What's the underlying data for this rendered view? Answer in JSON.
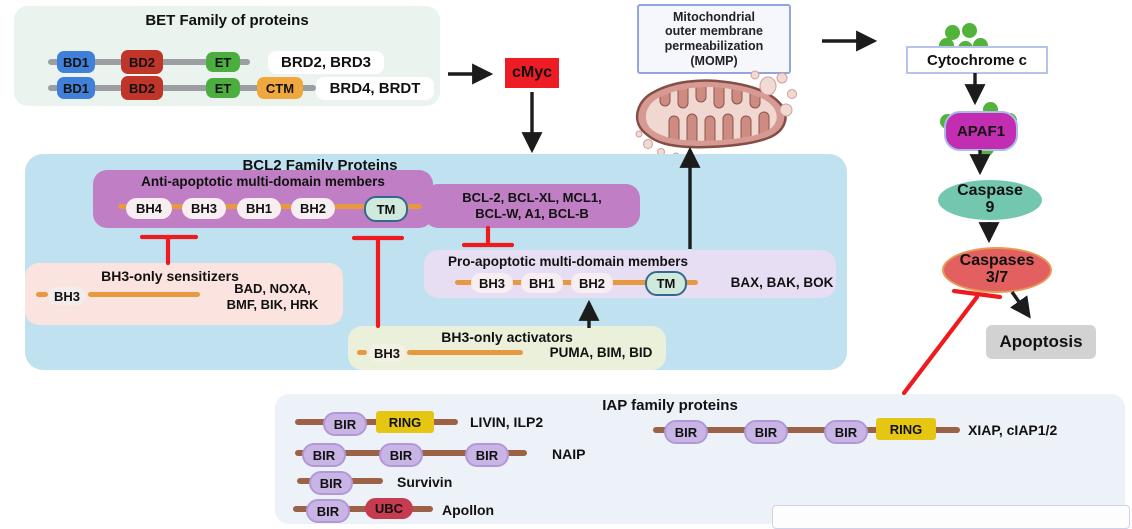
{
  "colors": {
    "bet_bg": "#eaf3ee",
    "bd1_blue": "#4080d8",
    "bd2_red": "#bf3529",
    "et_green": "#4cae3f",
    "ctm_orange": "#f0a73e",
    "cmyc_red": "#ee1c24",
    "bcl2_bg": "#bfe1f0",
    "anti_purple": "#c07ec4",
    "pro_bg": "#e8def4",
    "sensitizers_bg": "#fbe4df",
    "activators_bg": "#eaf0da",
    "iap_bg": "#edf1f8",
    "domain_line_orange": "#e8993f",
    "iap_line_brown": "#9c6247",
    "bir_purple": "#c9b4e6",
    "ring_yellow": "#e5c713",
    "ubc_red": "#c73b50",
    "apaf1_magenta": "#c32db2",
    "caspase9_teal": "#73c7ae",
    "caspases37_red": "#e26060",
    "apoptosis_gray": "#d2d2d2",
    "inhibit_red": "#ef1a1d",
    "green_dot": "#52b23a",
    "tm_teal": "#cfe9dd"
  },
  "bet": {
    "title": "BET Family of proteins",
    "rows": [
      {
        "domains": [
          "BD1",
          "BD2",
          "ET"
        ],
        "label": "BRD2, BRD3"
      },
      {
        "domains": [
          "BD1",
          "BD2",
          "ET",
          "CTM"
        ],
        "label": "BRD4, BRDT"
      }
    ]
  },
  "cmyc": {
    "label": "cMyc"
  },
  "momp": {
    "lines": [
      "Mitochondrial",
      "outer membrane",
      "permeabilization",
      "(MOMP)"
    ]
  },
  "cytochrome_c": {
    "label": "Cytochrome c"
  },
  "apaf1": {
    "label": "APAF1"
  },
  "caspase9": {
    "line1": "Caspase",
    "line2": "9"
  },
  "caspases37": {
    "line1": "Caspases",
    "line2": "3/7"
  },
  "apoptosis": {
    "label": "Apoptosis"
  },
  "bcl2": {
    "title": "BCL2 Family Proteins",
    "anti": {
      "title": "Anti-apoptotic multi-domain members",
      "domains": [
        "BH4",
        "BH3",
        "BH1",
        "BH2",
        "TM"
      ],
      "members_line1": "BCL-2, BCL-XL, MCL1,",
      "members_line2": "BCL-W, A1, BCL-B"
    },
    "pro": {
      "title": "Pro-apoptotic multi-domain members",
      "domains": [
        "BH3",
        "BH1",
        "BH2",
        "TM"
      ],
      "members": "BAX, BAK, BOK"
    },
    "sensitizers": {
      "title": "BH3-only sensitizers",
      "domain": "BH3",
      "members_line1": "BAD, NOXA,",
      "members_line2": "BMF, BIK, HRK"
    },
    "activators": {
      "title": "BH3-only activators",
      "domain": "BH3",
      "members": "PUMA, BIM, BID"
    }
  },
  "iap": {
    "title": "IAP family proteins",
    "rows": [
      {
        "domains": [
          "BIR",
          "RING"
        ],
        "label": "LIVIN, ILP2"
      },
      {
        "domains": [
          "BIR",
          "BIR",
          "BIR"
        ],
        "label": "NAIP"
      },
      {
        "domains": [
          "BIR"
        ],
        "label": "Survivin"
      },
      {
        "domains": [
          "BIR",
          "UBC"
        ],
        "label": "Apollon"
      },
      {
        "domains": [
          "BIR",
          "BIR",
          "BIR",
          "RING"
        ],
        "label": "XIAP, cIAP1/2"
      }
    ]
  }
}
